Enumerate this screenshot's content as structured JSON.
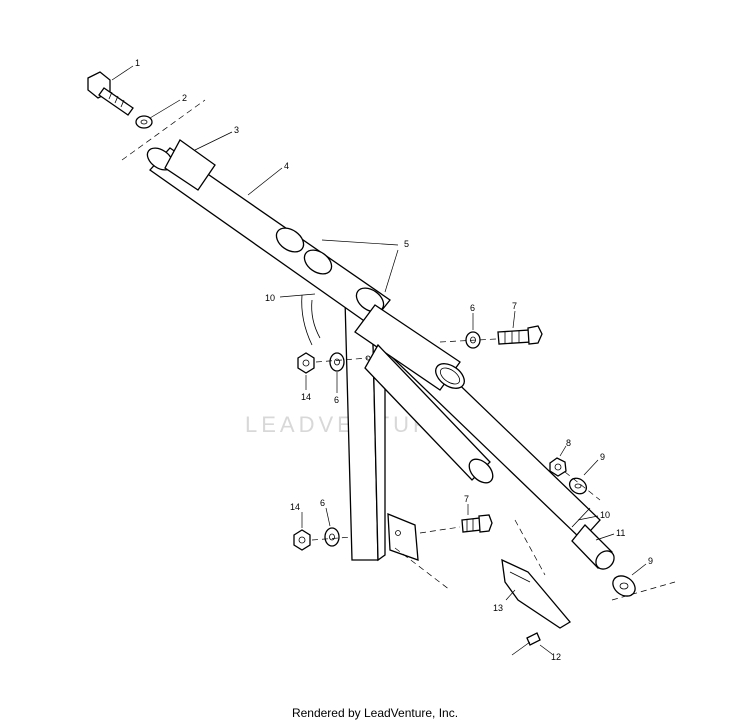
{
  "callouts": {
    "c1": "1",
    "c2": "2",
    "c3": "3",
    "c4": "4",
    "c5": "5",
    "c6a": "6",
    "c6b": "6",
    "c6c": "6",
    "c7a": "7",
    "c7b": "7",
    "c8": "8",
    "c9a": "9",
    "c9b": "9",
    "c10a": "10",
    "c10b": "10",
    "c11": "11",
    "c12": "12",
    "c13": "13",
    "c14a": "14",
    "c14b": "14"
  },
  "watermark": "LEADVENTURE",
  "footer": "Rendered by LeadVenture, Inc."
}
